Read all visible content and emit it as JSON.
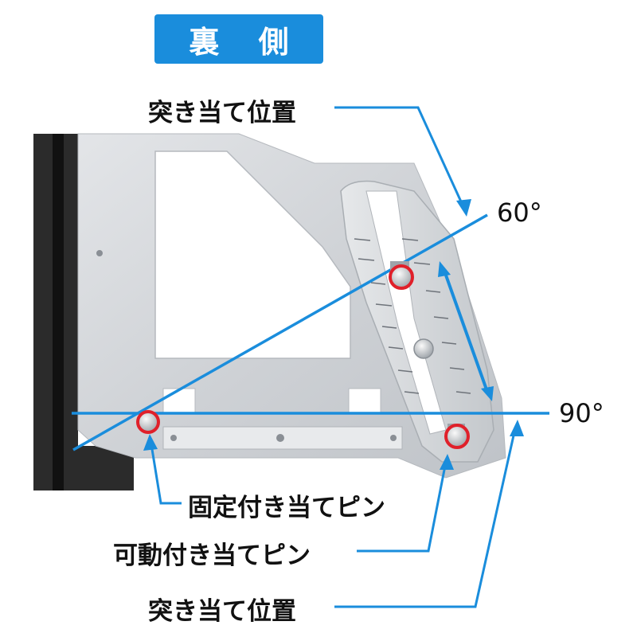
{
  "header": {
    "title": "裏 側"
  },
  "labels": {
    "top_stop_position": "突き当て位置",
    "angle_60": "60°",
    "angle_90": "90°",
    "fixed_pin": "固定付き当てピン",
    "movable_pin": "可動付き当てピン",
    "bottom_stop_position": "突き当て位置"
  },
  "colors": {
    "accent_blue": "#1a8ddc",
    "pin_highlight": "#e0202a",
    "plate": "#d7dadd",
    "rail": "#2b2b2b"
  }
}
